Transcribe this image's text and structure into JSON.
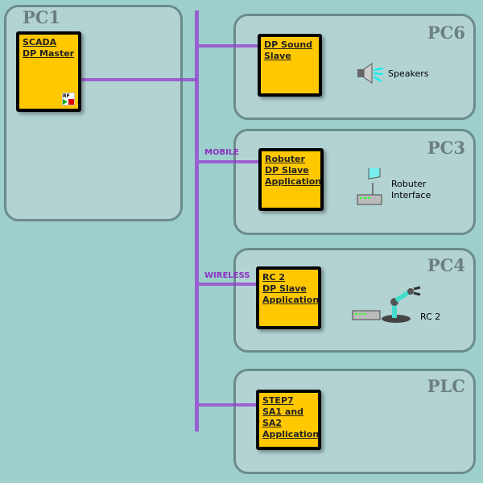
{
  "panels": {
    "pc1": "PC1",
    "pc6": "PC6",
    "pc3": "PC3",
    "pc4": "PC4",
    "plc": "PLC"
  },
  "nodes": {
    "scada": [
      "SCADA",
      "DP Master"
    ],
    "sound": [
      "DP Sound",
      "Slave"
    ],
    "robuter": [
      "Robuter",
      "DP Slave",
      "Application"
    ],
    "rc2": [
      "RC 2",
      "DP Slave",
      "Application"
    ],
    "step7": [
      "STEP7",
      "SA1 and SA2",
      "Application"
    ]
  },
  "links": {
    "mobile": "MOBILE",
    "wireless": "WIRELESS"
  },
  "devices": {
    "speakers": "Speakers",
    "robuter": [
      "Robuter",
      "Interface"
    ],
    "rc2": "RC 2"
  },
  "colors": {
    "bus": "#963cd2",
    "node": "#ffc800",
    "panel": "#b3d3d3",
    "background": "#9dcfcd"
  }
}
